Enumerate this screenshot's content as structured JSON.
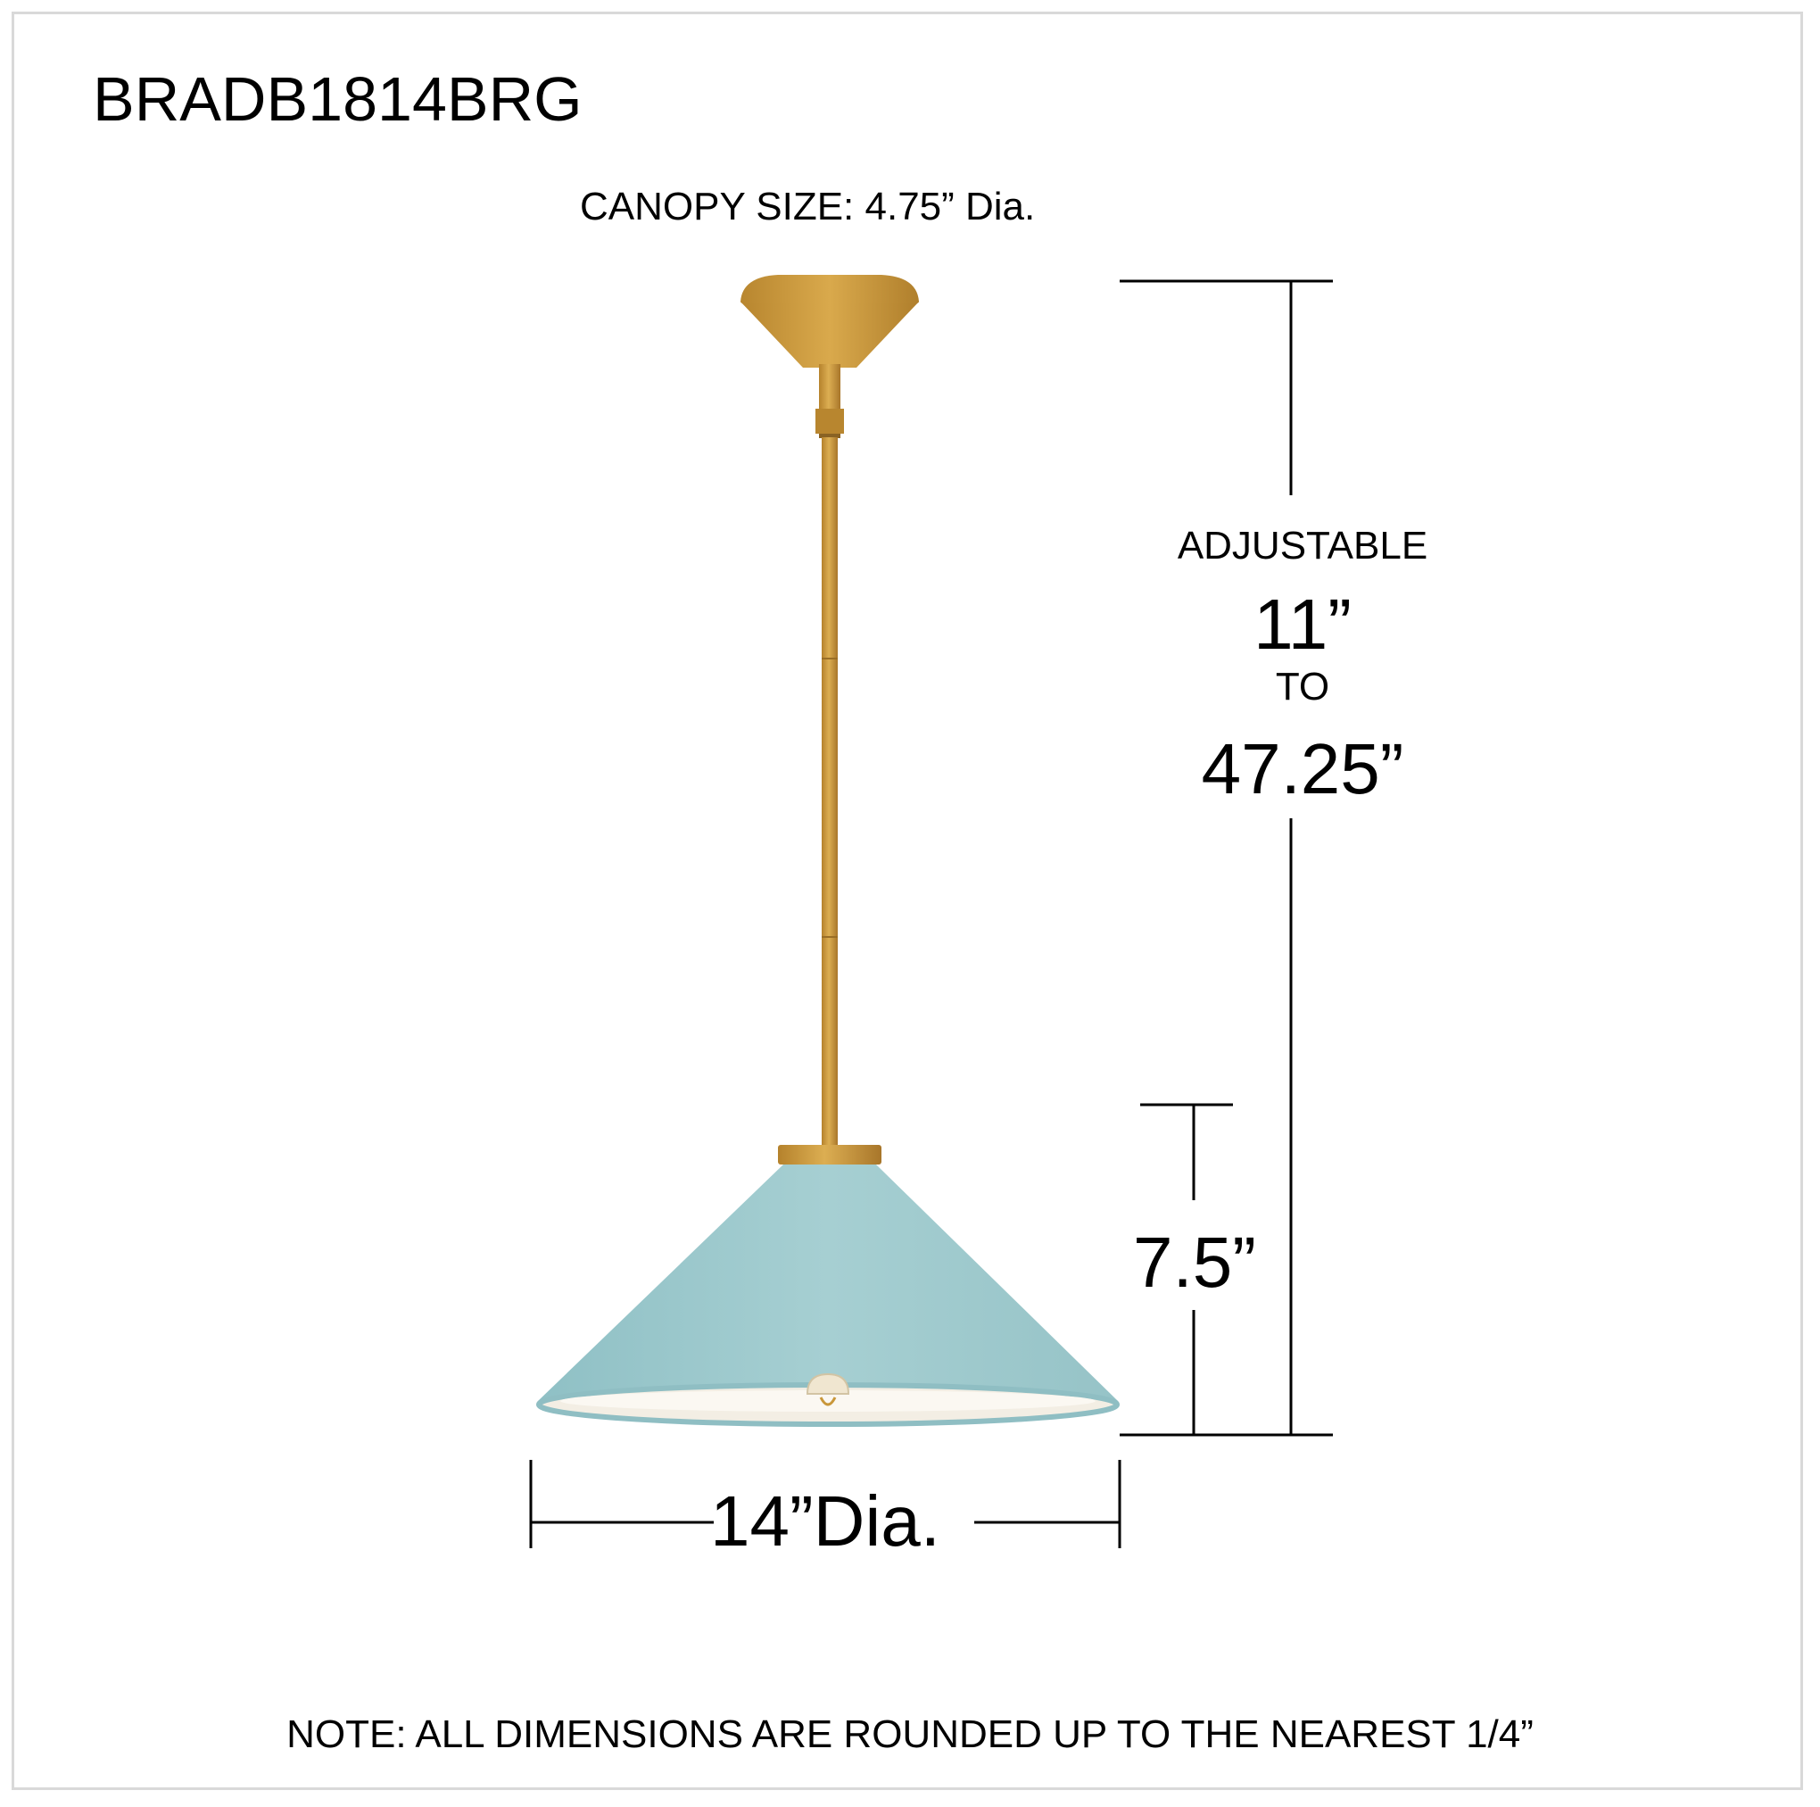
{
  "product": {
    "model": "BRADB1814BRG",
    "canopy_label": "CANOPY SIZE: 4.75” Dia."
  },
  "dimensions": {
    "adjustable_title": "ADJUSTABLE",
    "adjustable_min": "11”",
    "adjustable_to": "TO",
    "adjustable_max": "47.25”",
    "shade_height": "7.5”",
    "diameter": "14”Dia."
  },
  "note": "NOTE: ALL DIMENSIONS ARE ROUNDED UP TO THE NEAREST 1/4”",
  "colors": {
    "brass": "#c9973a",
    "shade": "#9cc8cc",
    "shade_interior": "#f4efe6"
  },
  "icons": {
    "fixture": "pendant-light-icon"
  }
}
